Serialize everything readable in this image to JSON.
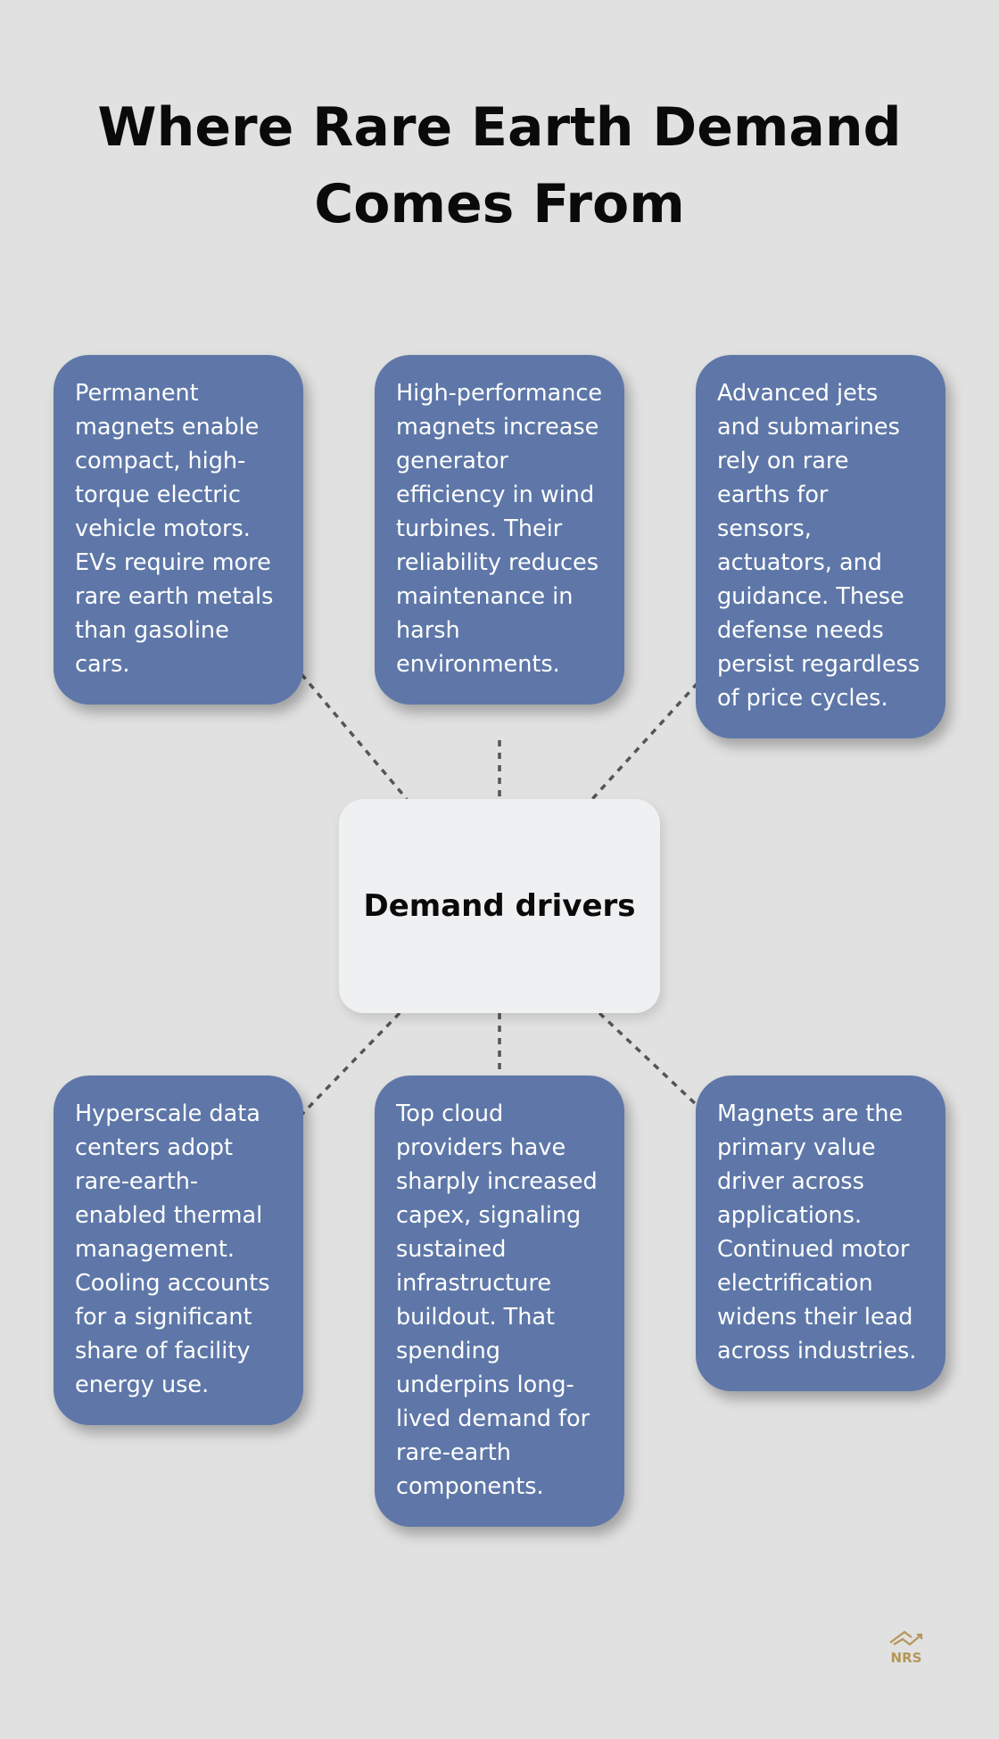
{
  "title": "Where Rare Earth Demand Comes From",
  "center_label": "Demand drivers",
  "cards": [
    {
      "text": "Permanent magnets enable compact, high-torque electric vehicle motors. EVs require more rare earth metals than gasoline cars."
    },
    {
      "text": "High-performance magnets increase generator efficiency in wind turbines. Their reliability reduces maintenance in harsh environments."
    },
    {
      "text": "Advanced jets and submarines rely on rare earths for sensors, actuators, and guidance. These defense needs persist regardless of price cycles."
    },
    {
      "text": "Hyperscale data centers adopt rare-earth-enabled thermal management. Cooling accounts for a significant share of facility energy use."
    },
    {
      "text": "Top cloud providers have sharply increased capex, signaling sustained infrastructure buildout. That spending underpins long-lived demand for rare-earth components."
    },
    {
      "text": "Magnets are the primary value driver across applications. Continued motor electrification widens their lead across industries."
    }
  ],
  "logo": {
    "text": "NRS",
    "icon": "house-chart-logo-icon"
  },
  "colors": {
    "background": "#e0e1e0",
    "card": "#5e77a8",
    "center_node": "#eff0f2",
    "connector": "#555555",
    "logo": "#b5965a"
  }
}
